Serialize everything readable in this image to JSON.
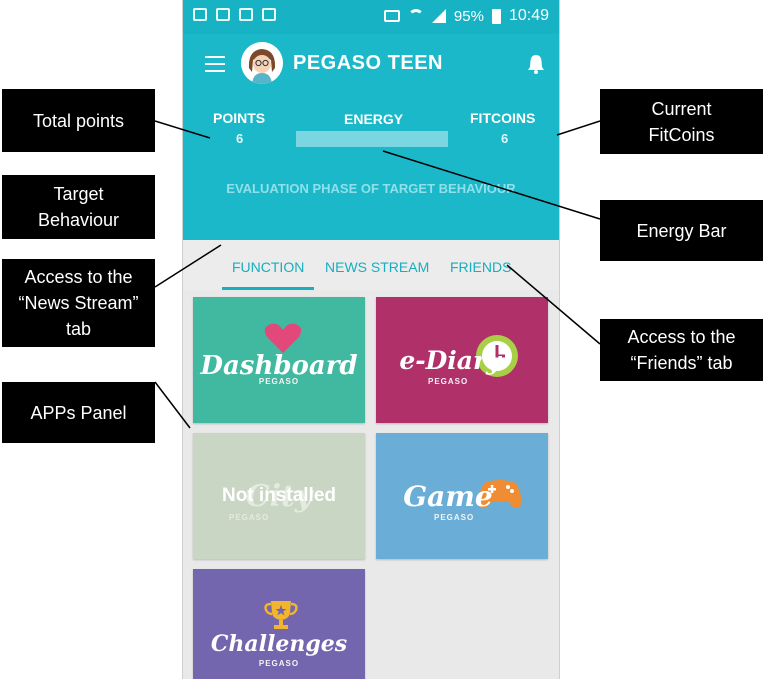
{
  "status_bar": {
    "battery": "95%",
    "time": "10:49"
  },
  "header": {
    "title": "PEGASO TEEN"
  },
  "stats": {
    "points_label": "POINTS",
    "points_value": "6",
    "energy_label": "ENERGY",
    "fitcoins_label": "FITCOINS",
    "fitcoins_value": "6"
  },
  "target_behaviour": "EVALUATION PHASE OF TARGET BEHAVIOUR",
  "tabs": [
    {
      "label": "FUNCTION"
    },
    {
      "label": "NEWS STREAM"
    },
    {
      "label": "FRIENDS"
    }
  ],
  "apps": [
    {
      "name": "Dashboard",
      "sub": "PEGASO",
      "color": "#41b9a0"
    },
    {
      "name": "e-Diary",
      "sub": "PEGASO",
      "color": "#b0306a"
    },
    {
      "name": "City",
      "sub": "PEGASO",
      "color": "#c9d6c4",
      "overlay": "Not installed"
    },
    {
      "name": "Game",
      "sub": "PEGASO",
      "color": "#6aaed8"
    },
    {
      "name": "Challenges",
      "sub": "PEGASO",
      "color": "#7466ae"
    }
  ],
  "callouts": {
    "total_points": "Total points",
    "current_fitcoins": "Current FitCoins",
    "target_behaviour": "Target Behaviour",
    "energy_bar": "Energy Bar",
    "news_stream": "Access to the “News Stream” tab",
    "friends": "Access to the “Friends” tab",
    "apps_panel": "APPs Panel"
  },
  "colors": {
    "accent": "#1ab8c9",
    "tab_text": "#17aebf"
  }
}
